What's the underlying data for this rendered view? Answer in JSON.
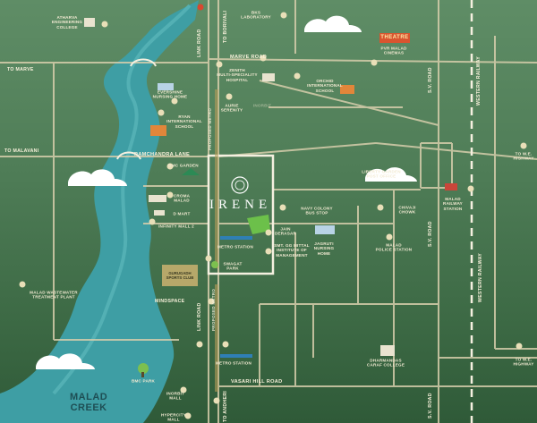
{
  "project": {
    "name": "IRENE"
  },
  "water": {
    "creek_line1": "MALAD",
    "creek_line2": "CREEK"
  },
  "roads": {
    "marve_road": "MARVE ROAD",
    "to_marve": "TO MARVE",
    "ramchandra_lane": "RAMCHANDRA LANE",
    "to_malavani": "TO MALAVANI",
    "mindspace": "MINDSPACE",
    "vasari_hill_road": "VASARI HILL ROAD",
    "link_road_top": "LINK ROAD",
    "link_road_bottom": "LINK ROAD",
    "to_borivali": "TO BORIVALI",
    "to_andheri": "TO ANDHERI",
    "proposed_metro_top": "PROPOSED METRO",
    "proposed_metro_bottom": "PROPOSED METRO",
    "sv_road_top": "S.V. ROAD",
    "sv_road_mid": "S.V. ROAD",
    "sv_road_bottom": "S.V. ROAD",
    "western_railway_top": "WESTERN RAILWAY",
    "western_railway_bottom": "WESTERN RAILWAY",
    "to_we_highway_top": "TO W.E.\nHIGHWAY",
    "to_we_highway_bottom": "TO W.E.\nHIGHWAY"
  },
  "places": {
    "atharva": "ATHARVA\nENGINEERING\nCOLLEGE",
    "bks_lab": "BKS\nLABORATORY",
    "zenith": "ZENITH\nMULTI-SPECIALITY\nHOSPITAL",
    "orchid": "ORCHID\nINTERNATIONAL\nSCHOOL",
    "pvr": "PVR MALAD\nCINEMAS",
    "evershine": "EVERSHINE\nNURSING HOME",
    "ryan": "RYAN\nINTERNATIONAL\nSCHOOL",
    "inorbit_ghost": "INORBIT",
    "aurie": "AURIE\nSERENITY",
    "bmc_garden": "BMC GARDEN",
    "liberty": "LIBERTY GARDEN\nPOST OFFICE",
    "croma": "CROMA\nMALAD",
    "d_mart": "D MART",
    "infinity2": "INFINITY MALL 2",
    "navy": "NAVY COLONY\nBUS STOP",
    "chivaji": "CHIVAJI\nCHOWK",
    "malad_station": "MALAD\nRAILWAY\nSTATION",
    "jain": "JAIN\nDERASAR",
    "metro_station_1": "METRO STATION",
    "mittal": "SMT. GG MITTAL\nINSTITUTE OF\nMANAGEMENT",
    "jagruti": "JAGRUTI\nNURSING\nHOME",
    "malad_police": "MALAD\nPOLICE STATION",
    "swagat": "SWAGAT\nPARK",
    "gurugadh": "GURUGADH\nSPORTS CLUB",
    "wastewater": "MALAD WASTEWATER\nTREATMENT PLANT",
    "metro_station_2": "METRO STATION",
    "bmc_park": "BMC PARK",
    "inorbit": "INORBIT\nMALL",
    "hypercity": "HYPERCITY\nMALL",
    "dharmandas": "DHARMANDAS\nCARAF COLLEGE",
    "theatre_sign": "THEATRE"
  },
  "colors": {
    "road": "#d7ceac",
    "water": "#3e9ea4",
    "water_light": "#5cb8bb",
    "label": "#f2ead2",
    "accent": "#d9542f",
    "station": "#2f7fb5"
  }
}
